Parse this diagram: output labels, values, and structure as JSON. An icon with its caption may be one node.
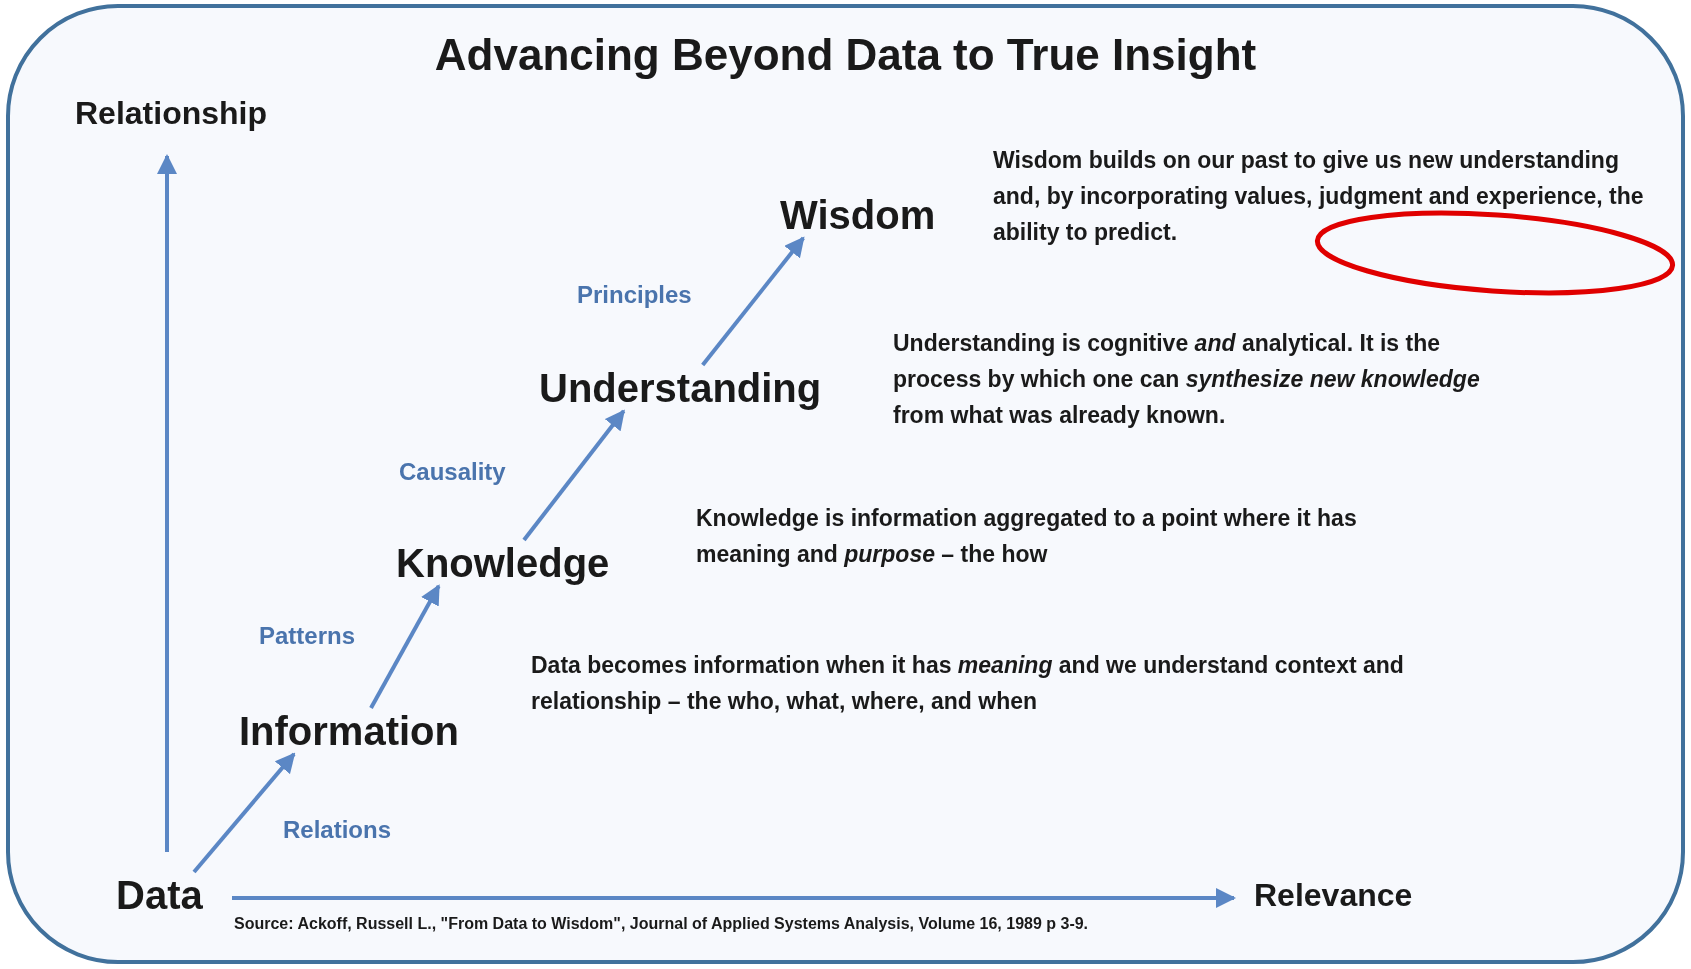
{
  "diagram": {
    "title": "Advancing Beyond Data to True Insight",
    "caption": "Source: Ackoff, Russell L., \"From Data to Wisdom\", Journal of Applied Systems Analysis, Volume 16, 1989 p 3-9.",
    "nodes": [
      {
        "text": [
          "Data"
        ]
      },
      {
        "text": [
          "Information"
        ],
        "beside": [
          "Data becomes information when it has *meaning* and we understand context and relationship – the who, what, where, and when"
        ]
      },
      {
        "text": [
          "Knowledge"
        ],
        "beside": [
          "Knowledge is information aggregated to a point where it has meaning and *purpose* – the how"
        ]
      },
      {
        "text": [
          "Understanding"
        ],
        "beside": [
          "Understanding is cognitive *and* analytical. It is the process by which one can *synthesize new knowledge* from what was already known."
        ]
      },
      {
        "text": [
          "Wisdom"
        ],
        "beside": [
          "Wisdom builds on our past to give us new understanding and, by incorporating values, judgment and experience, the ability to predict."
        ]
      }
    ],
    "edges": [
      {
        "from": 0,
        "to": 1,
        "arrow": "to",
        "label": "Relations"
      },
      {
        "from": 1,
        "to": 2,
        "arrow": "to",
        "label": "Patterns"
      },
      {
        "from": 2,
        "to": 3,
        "arrow": "to",
        "label": "Causality"
      },
      {
        "from": 3,
        "to": 4,
        "arrow": "to",
        "label": "Principles"
      }
    ],
    "labels": [
      "Relationship",
      "Relevance"
    ]
  }
}
